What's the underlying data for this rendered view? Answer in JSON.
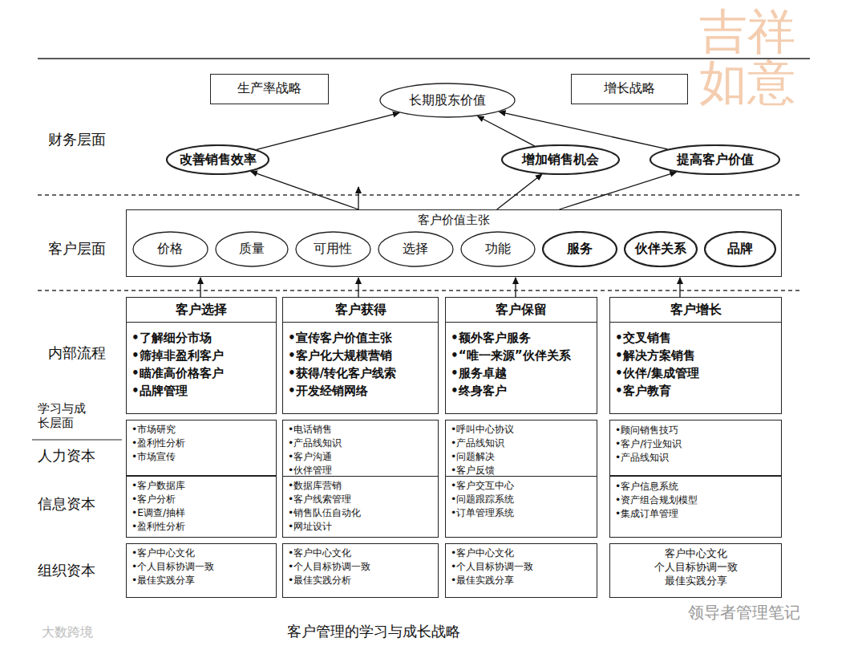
{
  "diagram": {
    "caption": "客户管理的学习与成长战略",
    "nodes": [
      {
        "text": [
          "生产率战略"
        ]
      },
      {
        "text": [
          "长期股东价值"
        ]
      },
      {
        "text": [
          "增长战略"
        ]
      },
      {
        "text": [
          "改善销售效率"
        ]
      },
      {
        "text": [
          "增加销售机会"
        ]
      },
      {
        "text": [
          "提高客户价值"
        ]
      },
      {
        "text": [
          "客户价值主张"
        ]
      },
      {
        "text": [
          "价格"
        ],
        "in": 6
      },
      {
        "text": [
          "质量"
        ],
        "in": 6
      },
      {
        "text": [
          "可用性"
        ],
        "in": 6
      },
      {
        "text": [
          "选择"
        ],
        "in": 6
      },
      {
        "text": [
          "功能"
        ],
        "in": 6
      },
      {
        "text": [
          "服务"
        ],
        "in": 6
      },
      {
        "text": [
          "伙伴关系"
        ],
        "in": 6
      },
      {
        "text": [
          "品牌"
        ],
        "in": 6
      },
      {
        "text": [
          "客户选择",
          "•了解细分市场",
          "•筛掉非盈利客户",
          "•瞄准高价格客户",
          "•品牌管理"
        ]
      },
      {
        "text": [
          "客户获得",
          "•宣传客户价值主张",
          "•客户化大规模营销",
          "•获得/转化客户线索",
          "•开发经销网络"
        ]
      },
      {
        "text": [
          "客户保留",
          "•额外客户服务",
          "•“唯一来源”伙伴关系",
          "•服务卓越",
          "•终身客户"
        ]
      },
      {
        "text": [
          "客户增长",
          "•交叉销售",
          "•解决方案销售",
          "•伙伴/集成管理",
          "•客户教育"
        ]
      },
      {
        "text": [
          "•市场研究",
          "•盈利性分析",
          "•市场宣传"
        ]
      },
      {
        "text": [
          "•电话销售",
          "•产品线知识",
          "•客户沟通",
          "•伙伴管理"
        ]
      },
      {
        "text": [
          "•呼叫中心协议",
          "•产品线知识",
          "•问题解决",
          "•客户反馈"
        ]
      },
      {
        "text": [
          "•顾问销售技巧",
          "•客户/行业知识",
          "•产品线知识"
        ]
      },
      {
        "text": [
          "•客户数据库",
          "•客户分析",
          "•E调查/抽样",
          "•盈利性分析"
        ]
      },
      {
        "text": [
          "•数据库营销",
          "•客户线索管理",
          "•销售队伍自动化",
          "•网址设计"
        ]
      },
      {
        "text": [
          "•客户交互中心",
          "•问题跟踪系统",
          "•订单管理系统"
        ]
      },
      {
        "text": [
          "•客户信息系统",
          "•资产组合规划模型",
          "•集成订单管理"
        ]
      },
      {
        "text": [
          "•客户中心文化",
          "•个人目标协调一致",
          "•最佳实践分享"
        ]
      },
      {
        "text": [
          "•客户中心文化",
          "•个人目标协调一致",
          "•最佳实践分析"
        ]
      },
      {
        "text": [
          "•客户中心文化",
          "•个人目标协调一致",
          "•最佳实践分享"
        ]
      },
      {
        "text": [
          "客户中心文化",
          "个人目标协调一致",
          "最佳实践分享"
        ]
      }
    ],
    "edges": [
      {
        "from": 3,
        "to": 1,
        "arrow": "to"
      },
      {
        "from": 4,
        "to": 1,
        "arrow": "to"
      },
      {
        "from": 5,
        "to": 1,
        "arrow": "to"
      },
      {
        "from": 6,
        "to": 3,
        "arrow": "to"
      },
      {
        "from": 6,
        "to": 4,
        "arrow": "to"
      },
      {
        "from": 6,
        "to": 5,
        "arrow": "to"
      },
      {
        "from": 15,
        "to": 6,
        "arrow": "to"
      },
      {
        "from": 16,
        "to": 6,
        "arrow": "to"
      },
      {
        "from": 17,
        "to": 6,
        "arrow": "to"
      },
      {
        "from": 18,
        "to": 6,
        "arrow": "to"
      }
    ],
    "labels": [
      "财务层面",
      "客户层面",
      "内部流程",
      "学习与成长层面",
      "人力资本",
      "信息资本",
      "组织资本",
      "领导者管理笔记",
      "大数跨境",
      "吉祥如意"
    ]
  }
}
